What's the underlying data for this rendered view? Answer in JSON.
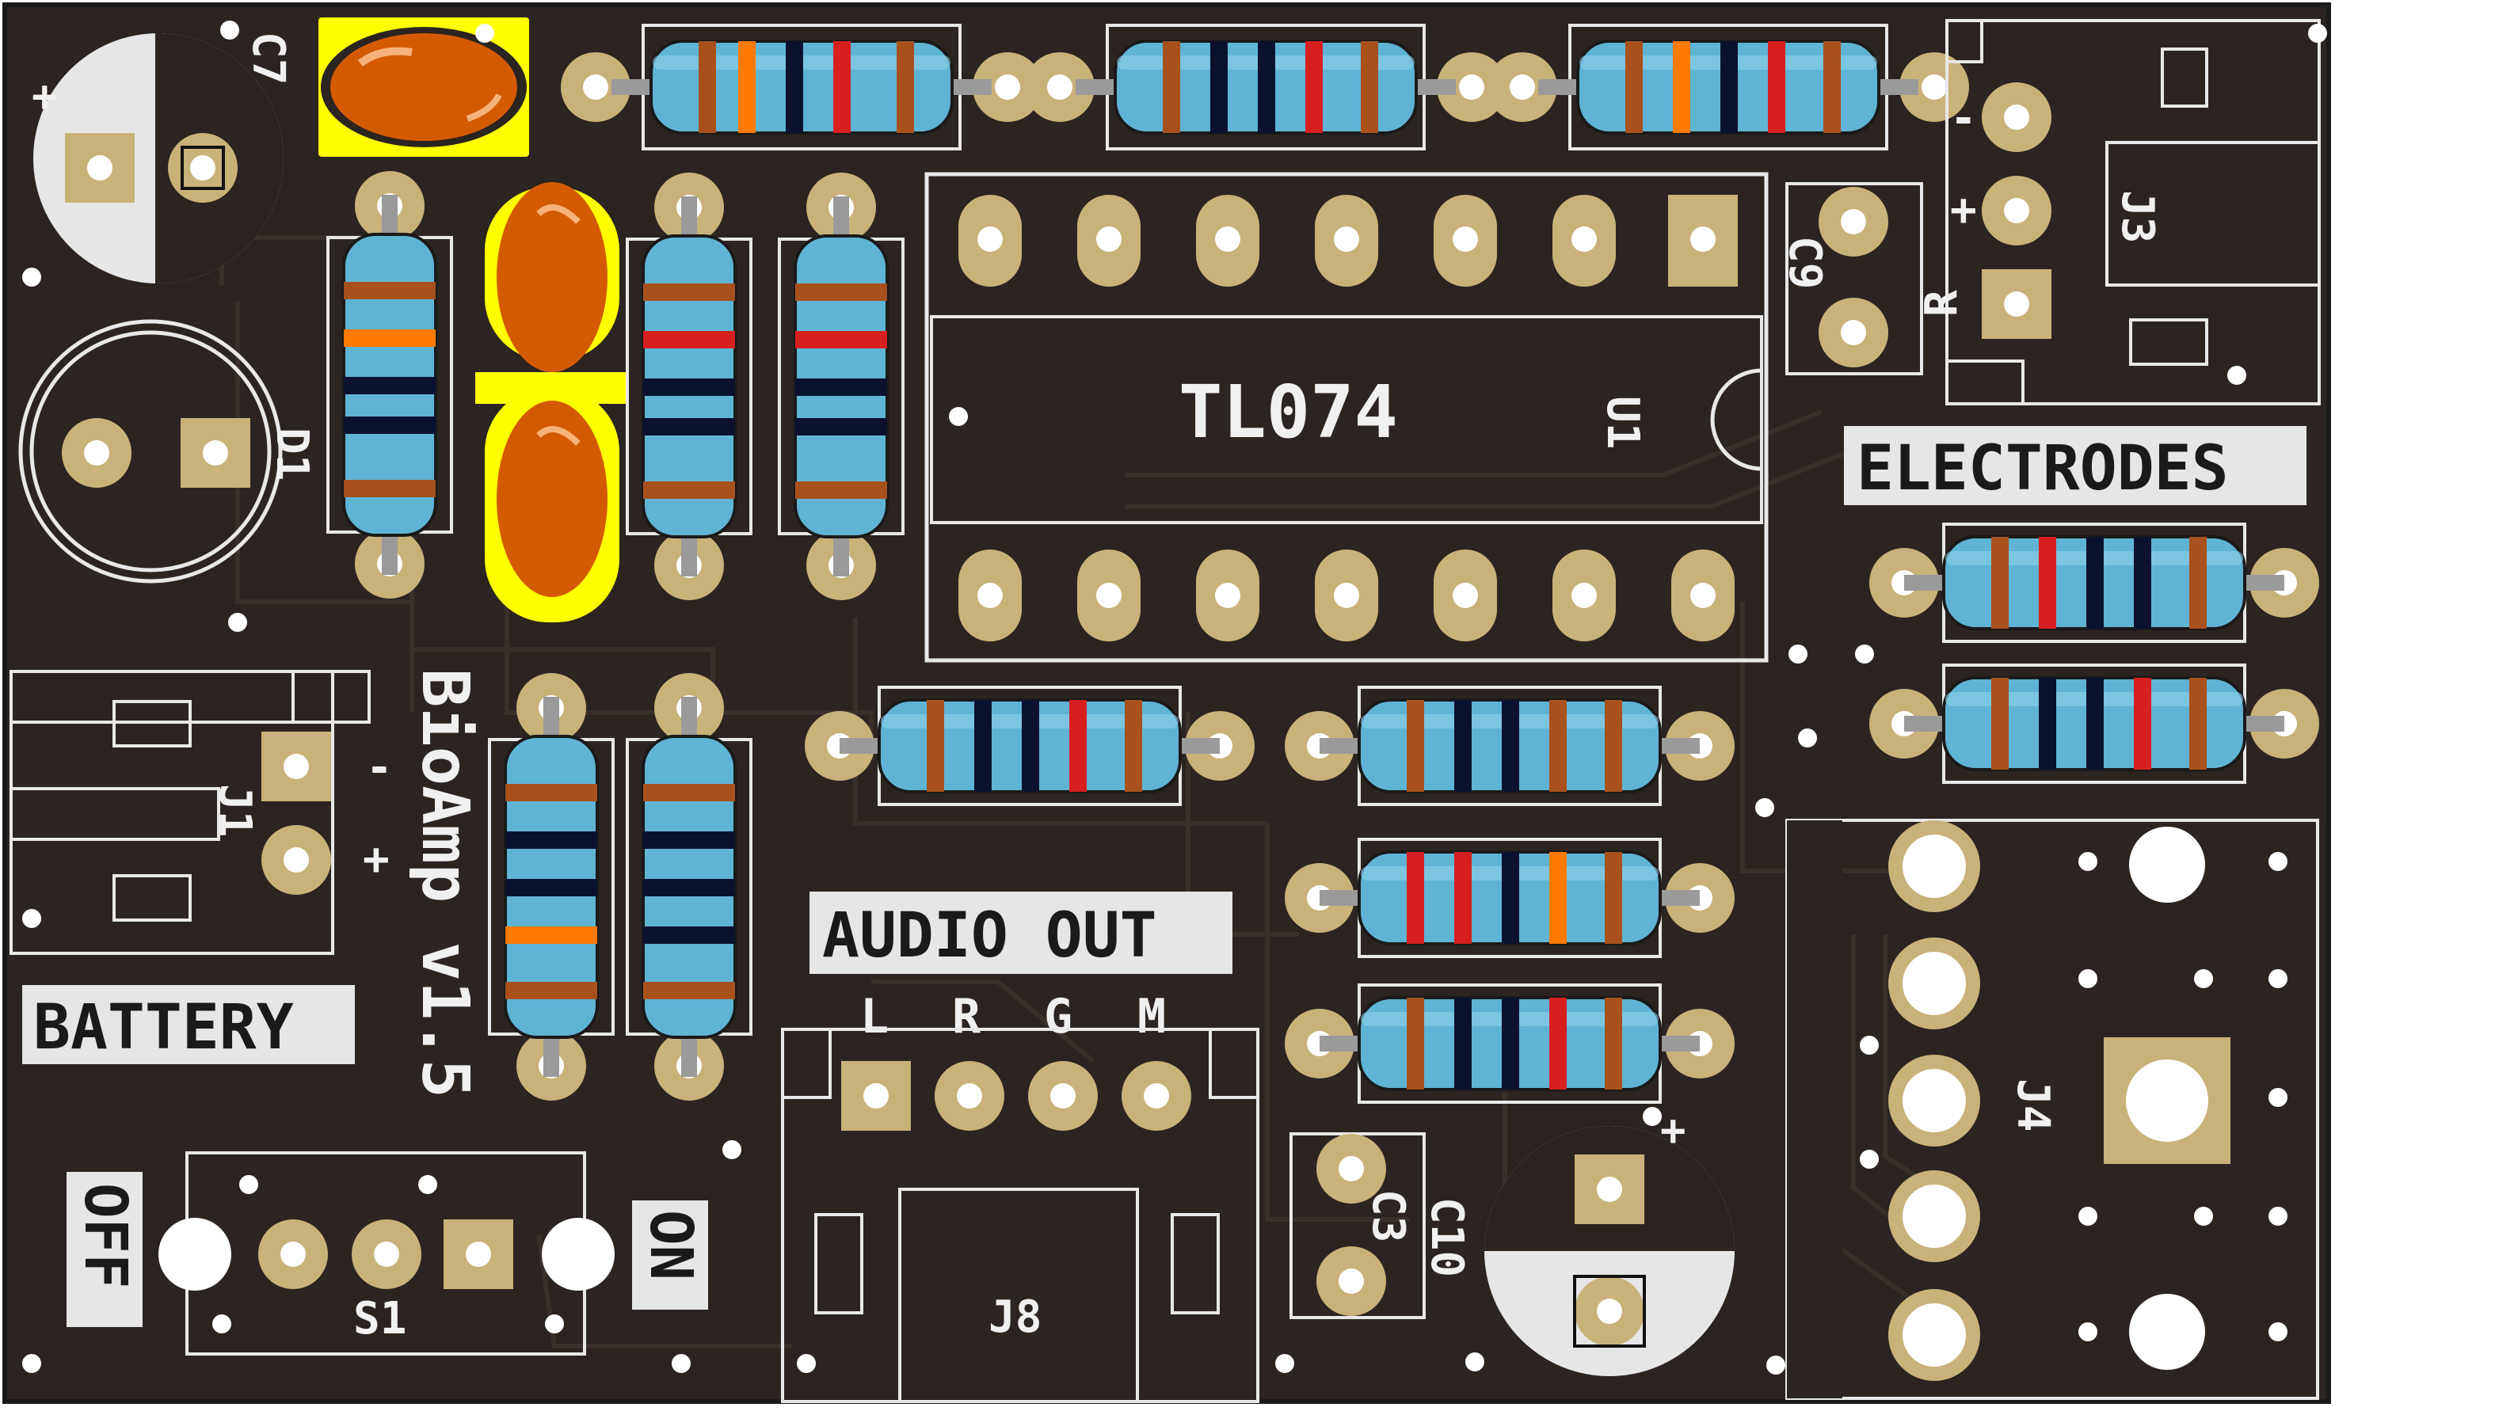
{
  "board": {
    "name": "BioAmp v1.5",
    "ic_marking": "TL074"
  },
  "colors": {
    "board": "#2b2420",
    "silkscreen": "#e8e8e8",
    "pad": "#c9b27a",
    "resistor_body": "#5fb4d4",
    "capacitor_body": "#d45a00",
    "capacitor_outline": "#ffff00",
    "band_red": "#d71f1f",
    "band_orange": "#ff7a00",
    "band_brown": "#a8511c",
    "band_black": "#0b1230",
    "band_gold": "#c8a050"
  },
  "labels": {
    "electrodes": "ELECTRODES",
    "audio_out": "AUDIO OUT",
    "battery": "BATTERY",
    "off": "OFF",
    "on": "ON"
  },
  "audio_pins": [
    "L",
    "R",
    "G",
    "M"
  ],
  "electrode_pins": [
    "-",
    "+",
    "R"
  ],
  "battery_pins": [
    "-",
    "+"
  ],
  "designators": {
    "c7": "C7",
    "d1": "D1",
    "c9": "C9",
    "u1": "U1",
    "j3": "J3",
    "j1": "J1",
    "s1": "S1",
    "j8": "J8",
    "c3": "C3",
    "c10": "C10",
    "j4": "J4"
  },
  "polarity": {
    "plus": "+"
  }
}
